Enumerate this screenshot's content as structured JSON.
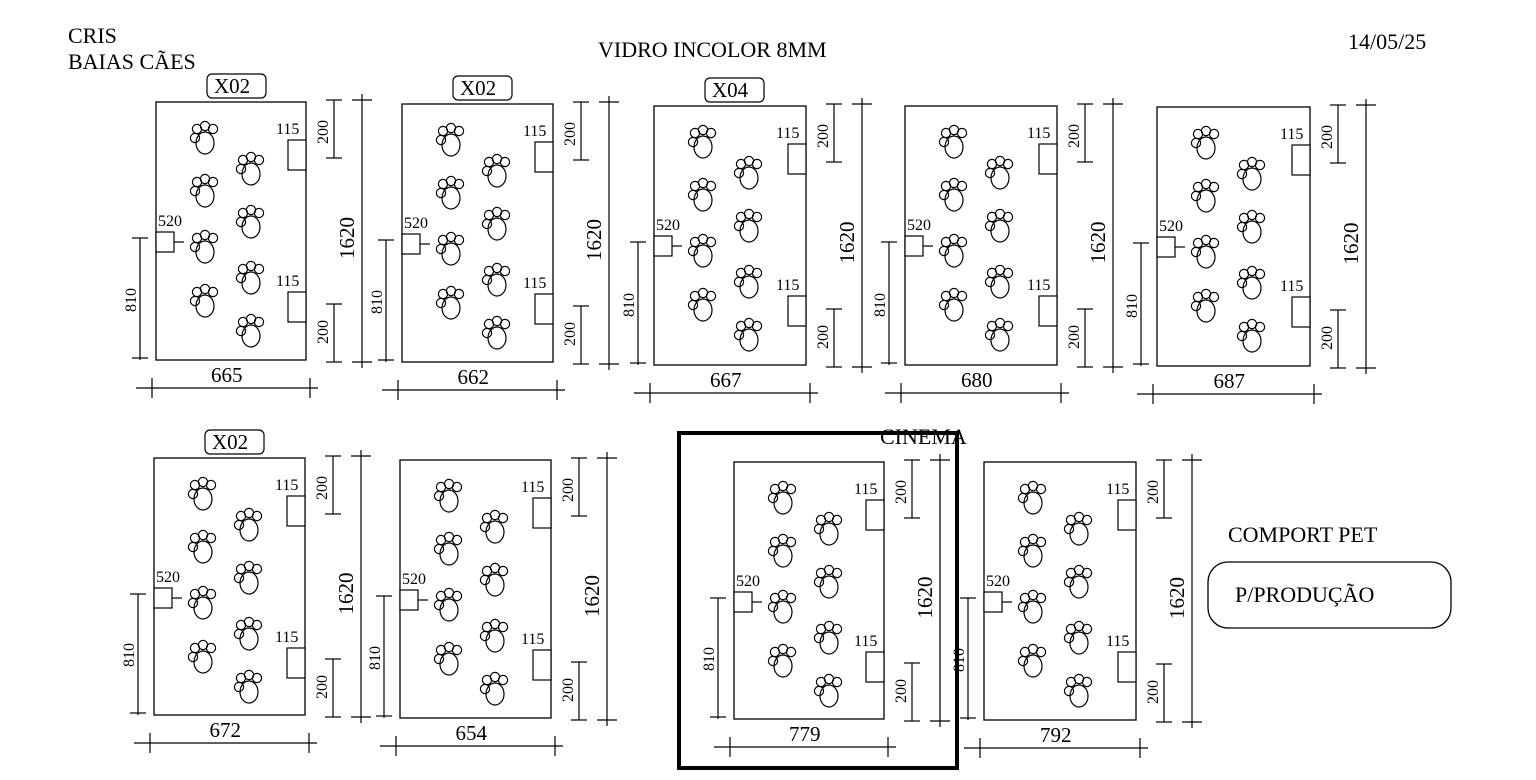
{
  "header": {
    "client": "CRIS",
    "project": "BAIAS CÃES",
    "material": "VIDRO INCOLOR 8MM",
    "date": "14/05/25"
  },
  "glass_panels": [
    {
      "quantity_label": "X02",
      "width": "665",
      "height": "1620",
      "hinge_offset": "200",
      "hinge_size": "115",
      "lock_size": "520",
      "lock_height": "810",
      "note": ""
    },
    {
      "quantity_label": "X02",
      "width": "662",
      "height": "1620",
      "hinge_offset": "200",
      "hinge_size": "115",
      "lock_size": "520",
      "lock_height": "810",
      "note": ""
    },
    {
      "quantity_label": "X04",
      "width": "667",
      "height": "1620",
      "hinge_offset": "200",
      "hinge_size": "115",
      "lock_size": "520",
      "lock_height": "810",
      "note": ""
    },
    {
      "quantity_label": "",
      "width": "680",
      "height": "1620",
      "hinge_offset": "200",
      "hinge_size": "115",
      "lock_size": "520",
      "lock_height": "810",
      "note": ""
    },
    {
      "quantity_label": "",
      "width": "687",
      "height": "1620",
      "hinge_offset": "200",
      "hinge_size": "115",
      "lock_size": "520",
      "lock_height": "810",
      "note": ""
    },
    {
      "quantity_label": "X02",
      "width": "672",
      "height": "1620",
      "hinge_offset": "200",
      "hinge_size": "115",
      "lock_size": "520",
      "lock_height": "810",
      "note": ""
    },
    {
      "quantity_label": "",
      "width": "654",
      "height": "1620",
      "hinge_offset": "200",
      "hinge_size": "115",
      "lock_size": "520",
      "lock_height": "810",
      "note": ""
    },
    {
      "quantity_label": "",
      "width": "779",
      "height": "1620",
      "hinge_offset": "200",
      "hinge_size": "115",
      "lock_size": "520",
      "lock_height": "810",
      "note": "CINEMA"
    },
    {
      "quantity_label": "",
      "width": "792",
      "height": "1620",
      "hinge_offset": "200",
      "hinge_size": "115",
      "lock_size": "520",
      "lock_height": "810",
      "note": ""
    }
  ],
  "sidebar": {
    "section_label": "COMPORT PET",
    "status_badge": "P/PRODUÇÃO"
  }
}
